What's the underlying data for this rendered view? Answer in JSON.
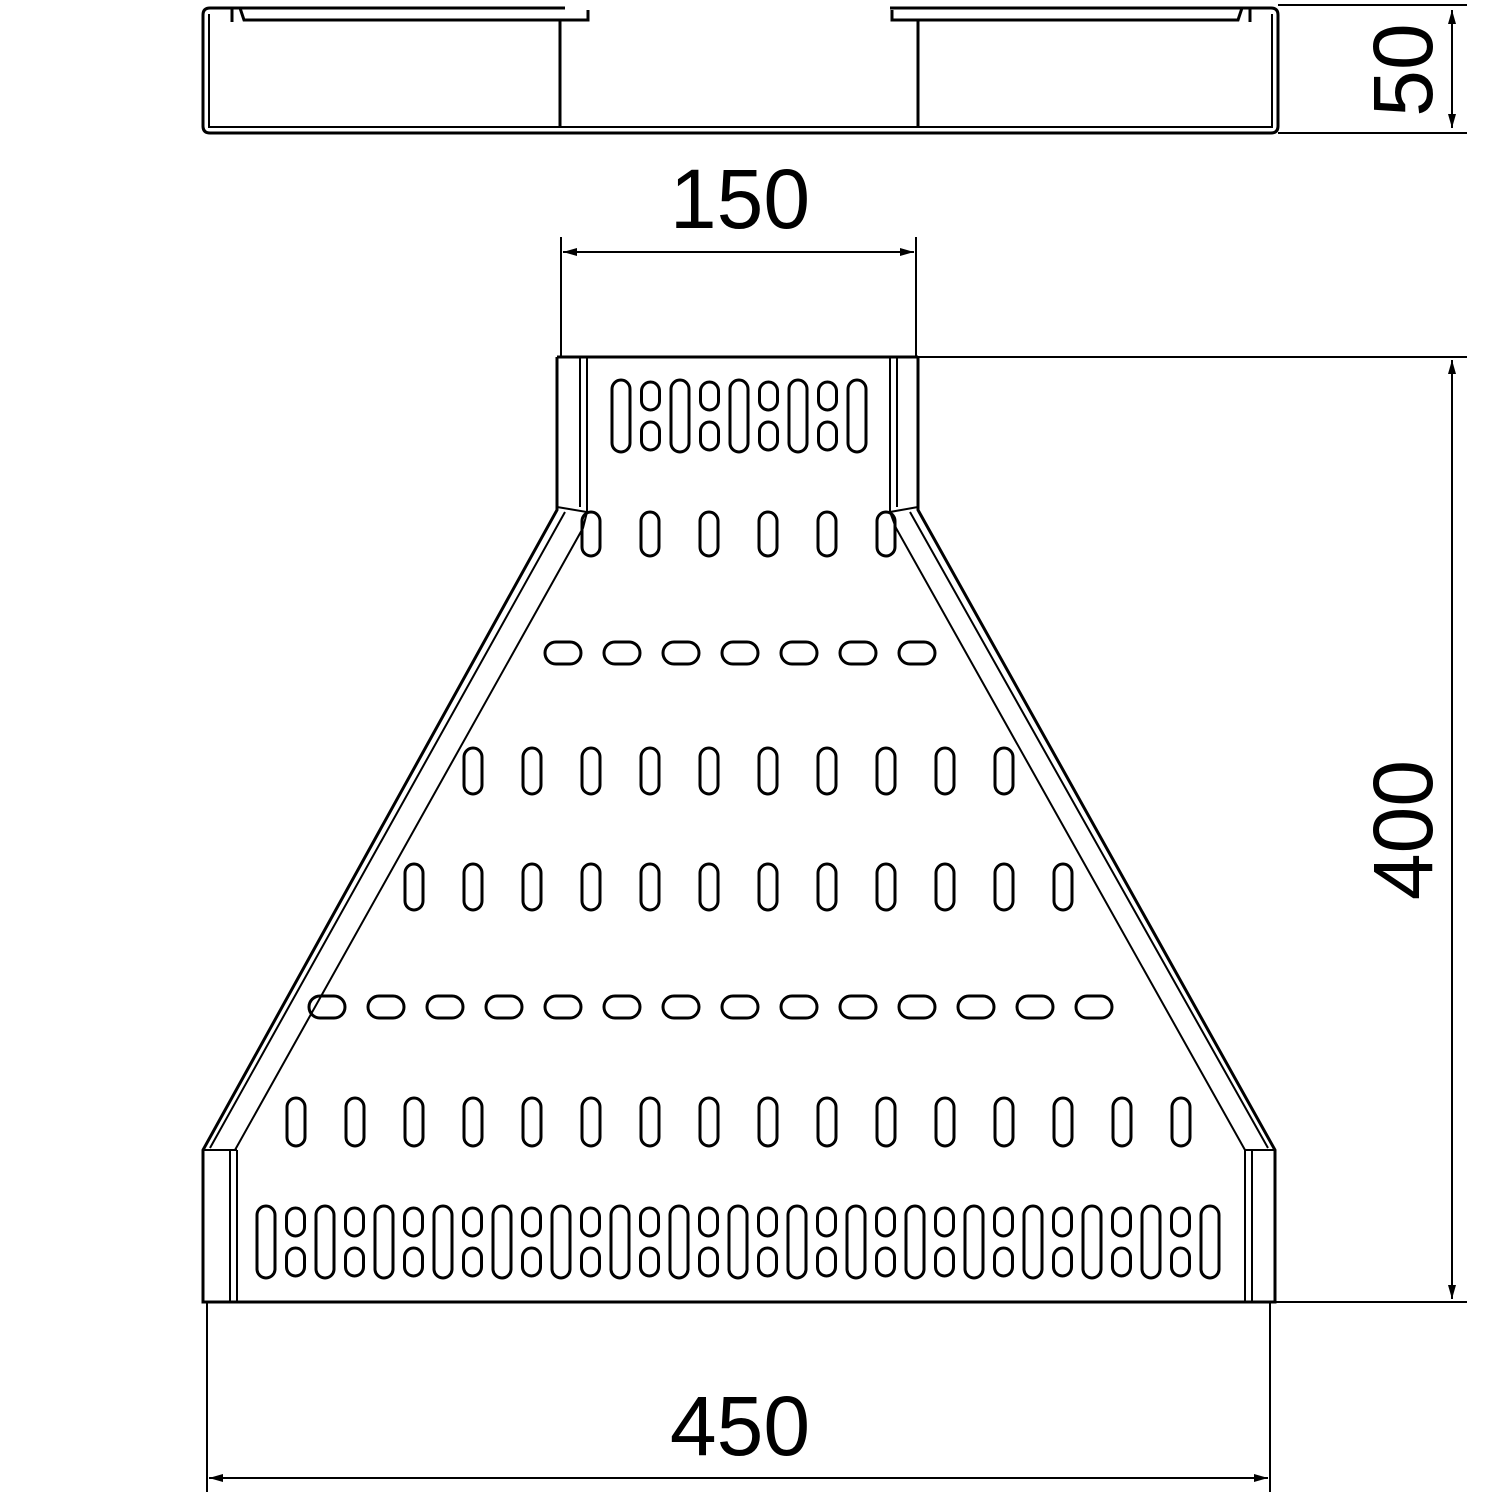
{
  "drawing": {
    "dimensions": {
      "height_side": "50",
      "narrow_width": "150",
      "length": "400",
      "wide_width": "450"
    },
    "colors": {
      "line": "#000000",
      "background": "#ffffff"
    }
  }
}
